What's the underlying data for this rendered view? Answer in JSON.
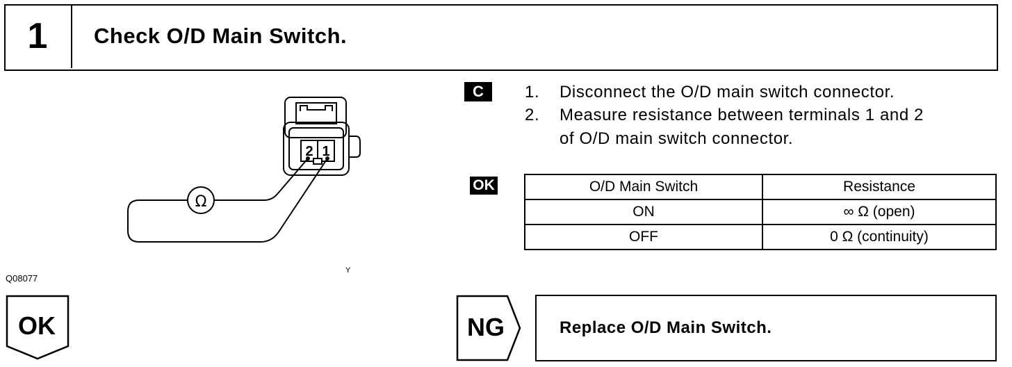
{
  "header": {
    "step_number": "1",
    "title": "Check O/D Main Switch."
  },
  "diagram": {
    "terminal_2": "2",
    "terminal_1": "1",
    "meter_symbol": "Ω",
    "figure_code": "Q08077",
    "figure_mark": "Y"
  },
  "instructions": {
    "badge": "C",
    "steps": [
      {
        "num": "1.",
        "text": "Disconnect the O/D main switch connector."
      },
      {
        "num": "2.",
        "text": "Measure resistance between terminals 1 and 2",
        "cont": "of O/D main switch connector."
      }
    ]
  },
  "spec": {
    "badge": "OK",
    "headers": [
      "O/D Main Switch",
      "Resistance"
    ],
    "rows": [
      [
        "ON",
        "∞ Ω (open)"
      ],
      [
        "OFF",
        "0 Ω (continuity)"
      ]
    ]
  },
  "outcomes": {
    "ok_label": "OK",
    "ng_label": "NG",
    "ng_action": "Replace O/D Main Switch."
  }
}
